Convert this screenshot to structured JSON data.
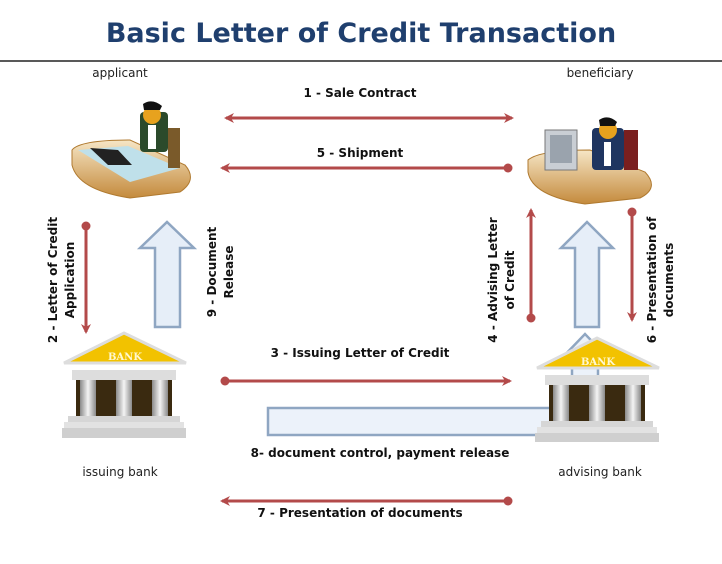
{
  "title": "Basic Letter of Credit Transaction",
  "parties": {
    "applicant": "applicant",
    "beneficiary": "beneficiary",
    "issuing_bank": "issuing bank",
    "advising_bank": "advising bank"
  },
  "bank_sign": "BANK",
  "steps": {
    "s1": "1 - Sale Contract",
    "s2a": "2 - Letter of Credit",
    "s2b": "Application",
    "s3": "3 - Issuing Letter of Credit",
    "s4a": "4 - Advising Letter",
    "s4b": "of Credit",
    "s5": "5 - Shipment",
    "s6a": "6 - Presentation of",
    "s6b": "documents",
    "s7": "7 - Presentation of documents",
    "s8": "8- document control, payment release",
    "s9a": "9 - Document",
    "s9b": "Release"
  },
  "colors": {
    "title": "#1f3f6e",
    "flow_arrow": "#b34a4a",
    "document_arrow_fill": "#e6eef8",
    "document_arrow_stroke": "#8fa6c2",
    "bank_roof": "#f2c200"
  }
}
